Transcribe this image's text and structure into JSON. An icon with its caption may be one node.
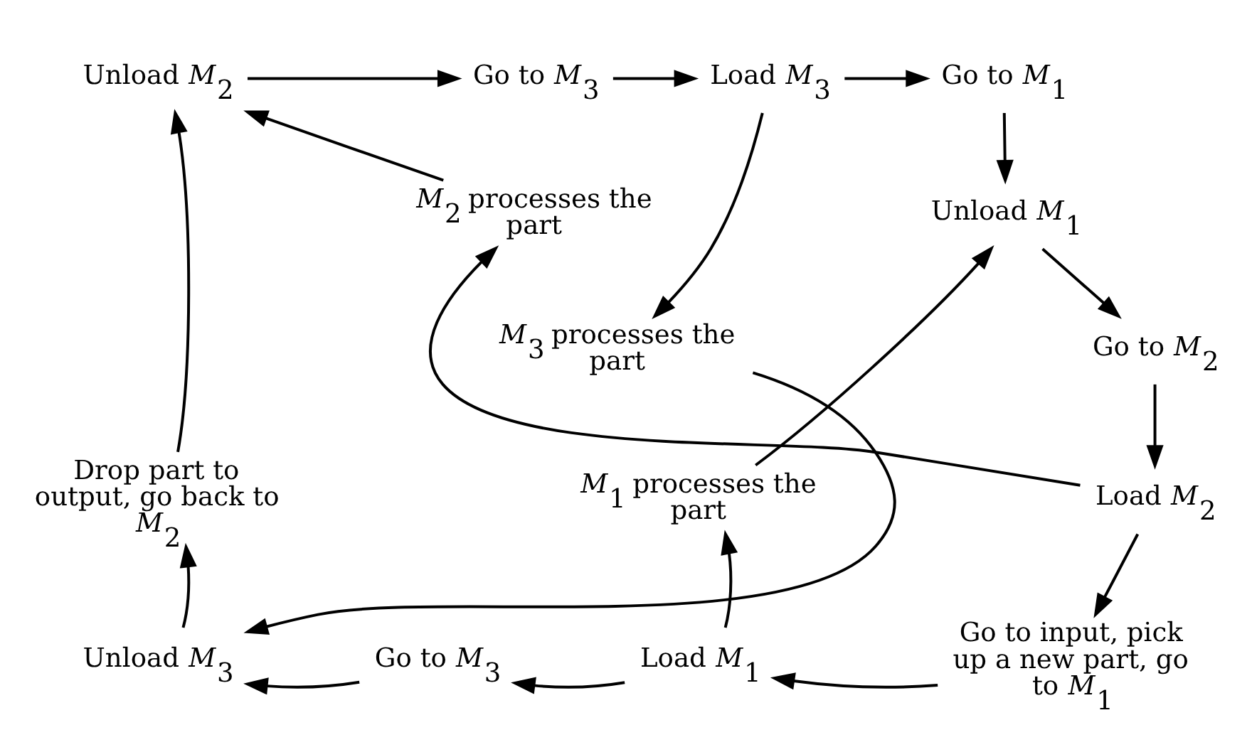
{
  "diagram": {
    "nodes": [
      {
        "text": [
          "Unload *M*$_{2}$"
        ]
      },
      {
        "text": [
          "Go to *M*$_{3}$"
        ]
      },
      {
        "text": [
          "Load *M*$_{3}$"
        ]
      },
      {
        "text": [
          "Go to *M*$_{1}$"
        ]
      },
      {
        "text": [
          "Unload *M*$_{1}$"
        ]
      },
      {
        "text": [
          "Go to *M*$_{2}$"
        ]
      },
      {
        "text": [
          "Load *M*$_{2}$"
        ]
      },
      {
        "text": [
          "Go to input, pick up a new part, go to *M*$_{1}$"
        ]
      },
      {
        "text": [
          "Load *M*$_{1}$"
        ]
      },
      {
        "text": [
          "Go to *M*$_{3}$"
        ]
      },
      {
        "text": [
          "Unload *M*$_{3}$"
        ]
      },
      {
        "text": [
          "Drop part to output, go back to *M*$_{2}$"
        ]
      },
      {
        "text": [
          "*M*$_{2}$ processes the part"
        ]
      },
      {
        "text": [
          "*M*$_{1}$ processes the part"
        ]
      },
      {
        "text": [
          "*M*$_{3}$ processes the part"
        ]
      }
    ],
    "edges": [
      {
        "from": 0,
        "to": 1,
        "arrow": "to"
      },
      {
        "from": 1,
        "to": 2,
        "arrow": "to"
      },
      {
        "from": 2,
        "to": 3,
        "arrow": "to"
      },
      {
        "from": 3,
        "to": 4,
        "arrow": "to"
      },
      {
        "from": 4,
        "to": 5,
        "arrow": "to"
      },
      {
        "from": 5,
        "to": 6,
        "arrow": "to"
      },
      {
        "from": 6,
        "to": 7,
        "arrow": "to"
      },
      {
        "from": 7,
        "to": 8,
        "arrow": "to"
      },
      {
        "from": 8,
        "to": 9,
        "arrow": "to"
      },
      {
        "from": 9,
        "to": 10,
        "arrow": "to"
      },
      {
        "from": 10,
        "to": 11,
        "arrow": "to"
      },
      {
        "from": 11,
        "to": 0,
        "arrow": "to"
      },
      {
        "from": 2,
        "to": 14,
        "arrow": "to"
      },
      {
        "from": 14,
        "to": 10,
        "arrow": "to"
      },
      {
        "from": 8,
        "to": 13,
        "arrow": "to"
      },
      {
        "from": 13,
        "to": 4,
        "arrow": "to"
      },
      {
        "from": 6,
        "to": 12,
        "arrow": "to"
      },
      {
        "from": 12,
        "to": 0,
        "arrow": "to"
      }
    ]
  }
}
